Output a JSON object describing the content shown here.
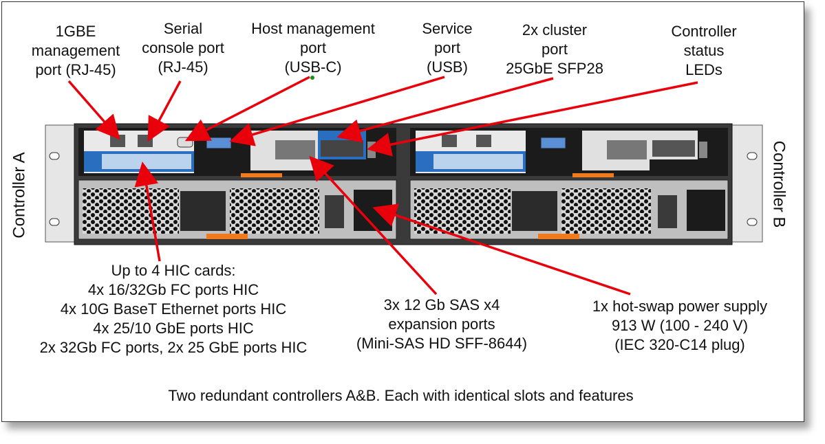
{
  "labels": {
    "gbe": [
      "1GBE",
      "management",
      "port (RJ-45)"
    ],
    "serial": [
      "Serial",
      "console port",
      "(RJ-45)"
    ],
    "host_mgmt": [
      "Host management",
      "port",
      "(USB-C)"
    ],
    "service": [
      "Service",
      "port",
      "(USB)"
    ],
    "cluster": [
      "2x cluster",
      "port",
      "25GbE SFP28"
    ],
    "status": [
      "Controller",
      "status",
      "LEDs"
    ],
    "hic": [
      "Up to 4 HIC cards:",
      "4x 16/32Gb FC ports HIC",
      "4x 10G BaseT Ethernet ports HIC",
      "4x 25/10 GbE ports HIC",
      "2x 32Gb FC ports, 2x 25 GbE ports HIC"
    ],
    "sas": [
      "3x 12 Gb SAS x4",
      "expansion ports",
      "(Mini-SAS HD SFF-8644)"
    ],
    "psu": [
      "1x hot-swap power supply",
      "913 W (100 - 240 V)",
      "(IEC 320-C14 plug)"
    ]
  },
  "side_labels": {
    "left": "Controller A",
    "right": "Controller B"
  },
  "footer": "Two redundant controllers A&B. Each with identical slots and features",
  "colors": {
    "arrow": "#e8000b",
    "hic_blue": "#2a6fbf",
    "chassis": "#2b2b2b"
  }
}
